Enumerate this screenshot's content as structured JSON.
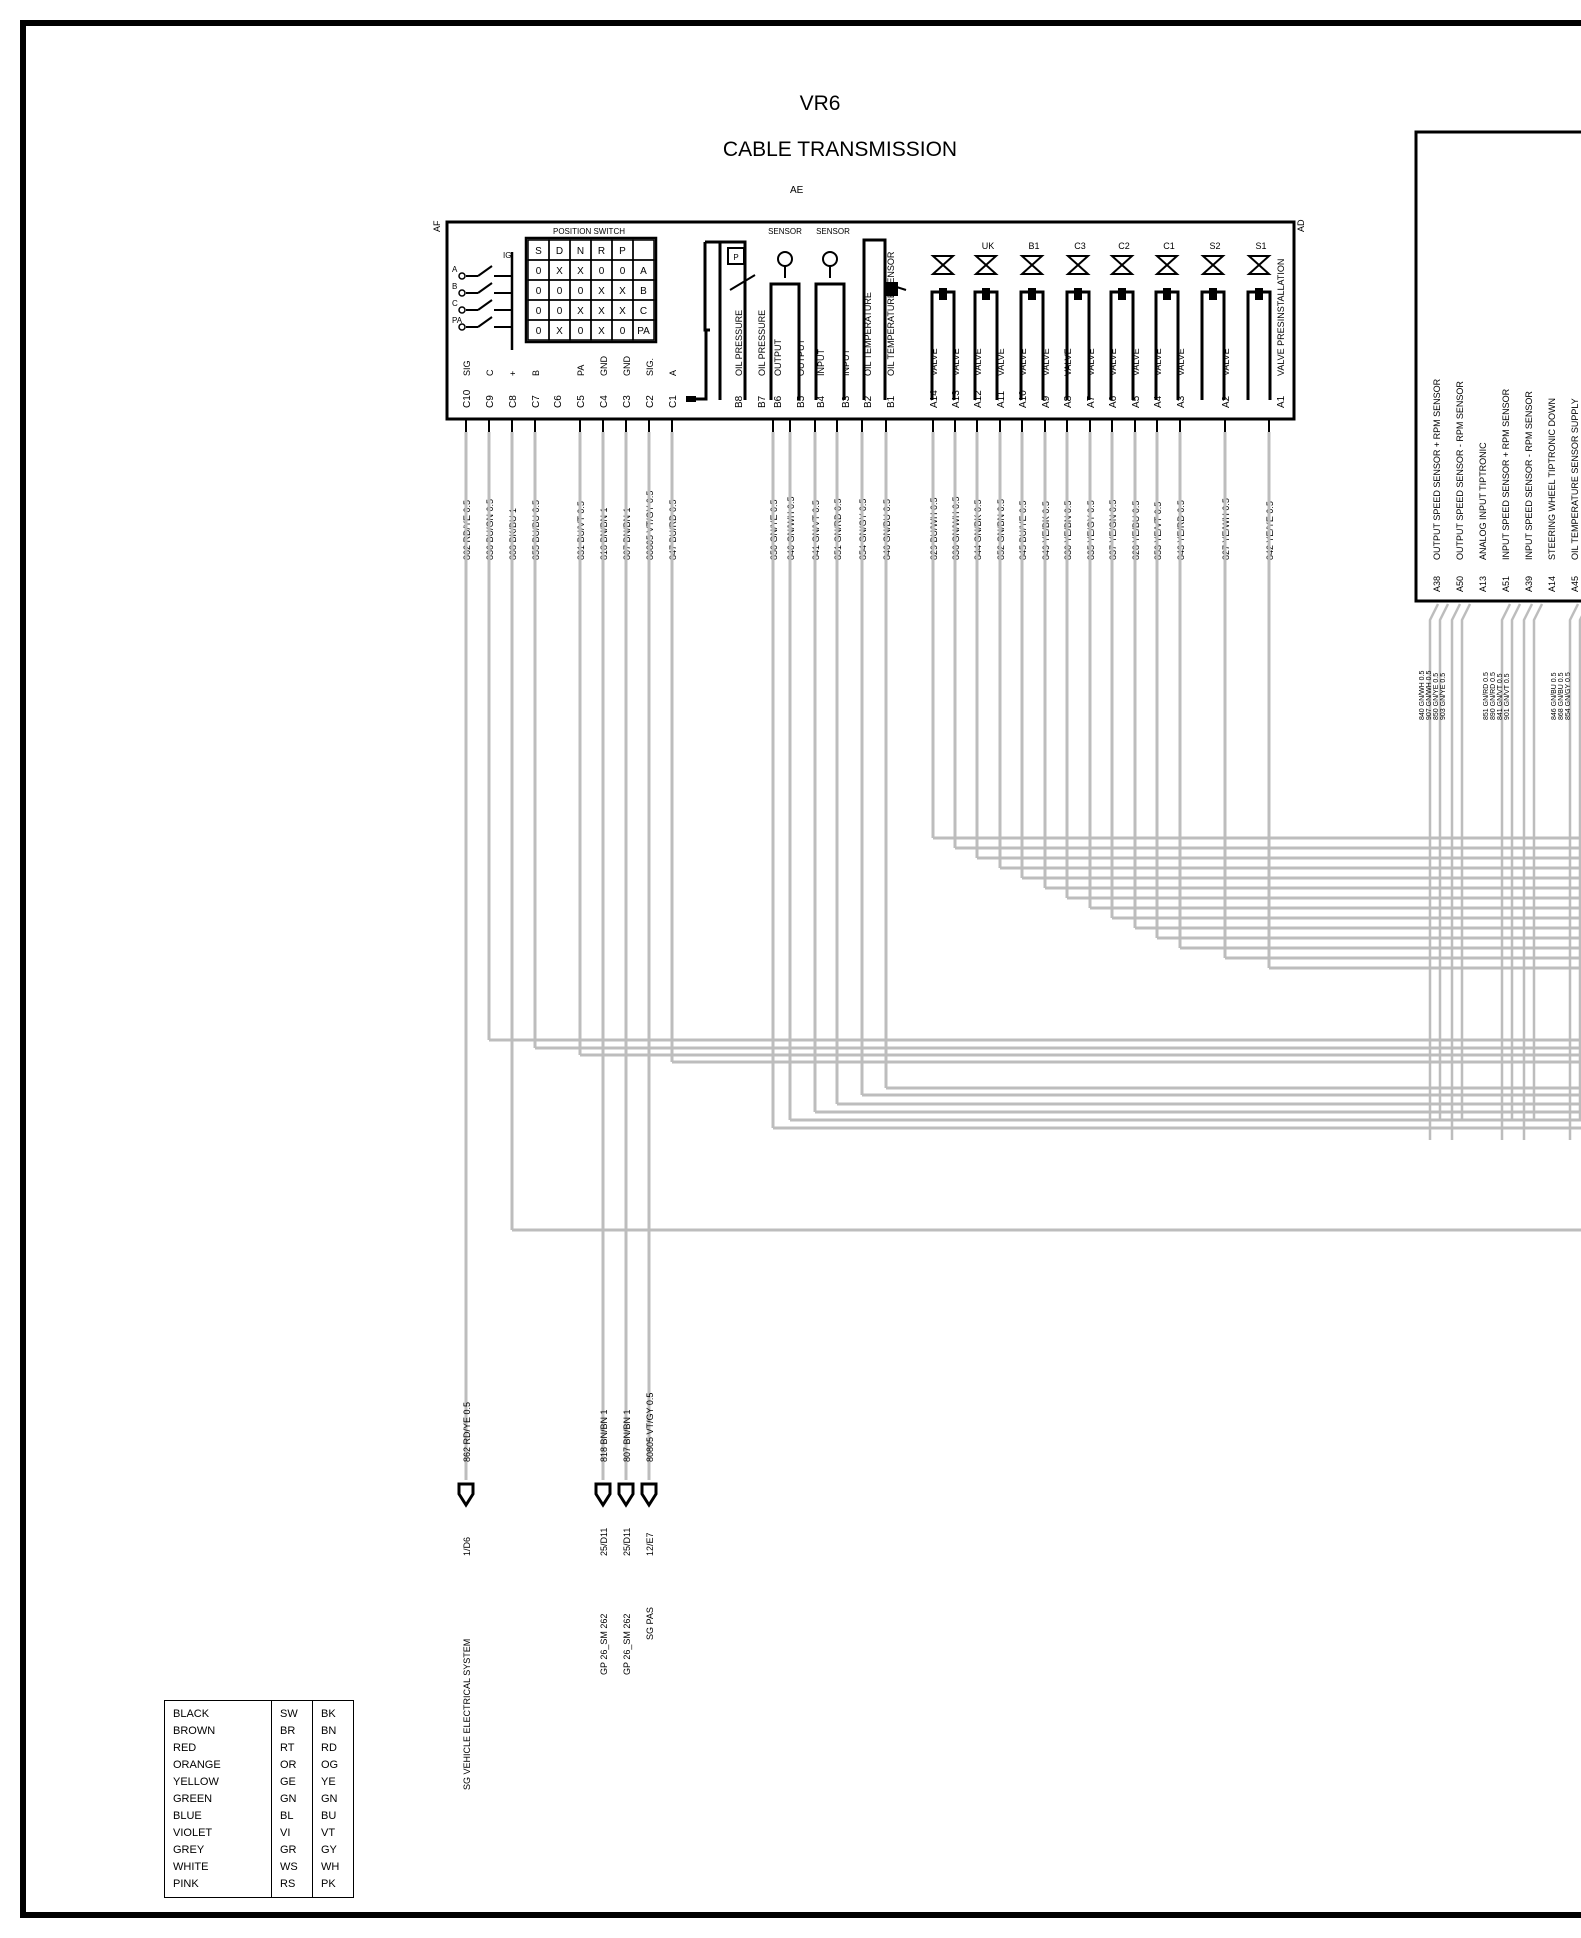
{
  "titles": {
    "line1": "VR6",
    "line2": "CABLE TRANSMISSION",
    "line3": "AE"
  },
  "connector_tags": {
    "left": "AF",
    "right": "AD"
  },
  "position_switch": {
    "label": "POSITION SWITCH",
    "header": [
      "S",
      "D",
      "N",
      "R",
      "P",
      ""
    ],
    "rows": [
      [
        "0",
        "X",
        "X",
        "0",
        "0",
        "A"
      ],
      [
        "0",
        "0",
        "0",
        "X",
        "X",
        "B"
      ],
      [
        "0",
        "0",
        "X",
        "X",
        "X",
        "C"
      ],
      [
        "0",
        "X",
        "0",
        "X",
        "0",
        "PA"
      ]
    ],
    "contacts": [
      "A",
      "B",
      "C",
      "PA"
    ],
    "ig": "IG"
  },
  "sensor_labels": [
    "SENSOR",
    "SENSOR"
  ],
  "valve_labels": [
    "UK",
    "B1",
    "C3",
    "C2",
    "C1",
    "S2",
    "S1"
  ],
  "pins": [
    {
      "pin": "C10",
      "func": "SIG"
    },
    {
      "pin": "C9",
      "func": "C"
    },
    {
      "pin": "C8",
      "func": "+"
    },
    {
      "pin": "C7",
      "func": "B"
    },
    {
      "pin": "C6",
      "func": ""
    },
    {
      "pin": "C5",
      "func": "PA"
    },
    {
      "pin": "C4",
      "func": "GND"
    },
    {
      "pin": "C3",
      "func": "GND"
    },
    {
      "pin": "C2",
      "func": "SIG."
    },
    {
      "pin": "C1",
      "func": "A"
    },
    {
      "pin": "B8",
      "func": "OIL PRESSURE"
    },
    {
      "pin": "B7",
      "func": "OIL PRESSURE"
    },
    {
      "pin": "B6",
      "func": "OUTPUT"
    },
    {
      "pin": "B5",
      "func": "OUTPUT"
    },
    {
      "pin": "B4",
      "func": "INPUT"
    },
    {
      "pin": "B3",
      "func": "INPUT"
    },
    {
      "pin": "B2",
      "func": "OIL TEMPERATURE"
    },
    {
      "pin": "B1",
      "func": "OIL TEMPERATURE SENSOR"
    },
    {
      "pin": "A14",
      "func": "VALVE"
    },
    {
      "pin": "A13",
      "func": "VALVE"
    },
    {
      "pin": "A12",
      "func": "VALVE"
    },
    {
      "pin": "A11",
      "func": "VALVE"
    },
    {
      "pin": "A10",
      "func": "VALVE"
    },
    {
      "pin": "A9",
      "func": "VALVE"
    },
    {
      "pin": "A8",
      "func": "VALVE"
    },
    {
      "pin": "A7",
      "func": "VALVE"
    },
    {
      "pin": "A6",
      "func": "VALVE"
    },
    {
      "pin": "A5",
      "func": "VALVE"
    },
    {
      "pin": "A4",
      "func": "VALVE"
    },
    {
      "pin": "A3",
      "func": "VALVE"
    },
    {
      "pin": "A2",
      "func": "VALVE"
    },
    {
      "pin": "A1",
      "func": "VALVE PRESINSTALLATION"
    }
  ],
  "wires": [
    "862 RD/YE 0.5",
    "836 BU/GN 0.5",
    "808 BK/BU 1",
    "855 BU/BU 0.5",
    "831 BU/VT 0.5",
    "818 BN/BN 1",
    "807 BN/BN 1",
    "80805 VT/GY 0.5",
    "847 BU/RD 0.5",
    "850 GN/YE 0.5",
    "840 GN/WH 0.5",
    "841 GN/VT 0.5",
    "851 GN/RD 0.5",
    "854 GN/GY 0.5",
    "846 GN/BU 0.5",
    "829 BU/WH 0.5",
    "836 GN/WH 0.5",
    "844 GN/BK 0.5",
    "852 GN/BN 0.5",
    "845 BU/YE 0.5",
    "849 YE/BK 0.5",
    "830 YE/BN 0.5",
    "835 YE/GY 0.5",
    "837 YE/GN 0.5",
    "828 YE/BU 0.5",
    "853 YE/VT 0.5",
    "843 YE/RD 0.5",
    "827 YE/WH 0.5",
    "842 YE/YE 0.5"
  ],
  "ecu": {
    "pins": [
      {
        "pin": "A38",
        "func": "OUTPUT SPEED SENSOR + RPM SENSOR"
      },
      {
        "pin": "A50",
        "func": "OUTPUT SPEED SENSOR - RPM SENSOR"
      },
      {
        "pin": "A13",
        "func": "ANALOG INPUT TIPTRONIC"
      },
      {
        "pin": "A51",
        "func": "INPUT SPEED SENSOR + RPM SENSOR"
      },
      {
        "pin": "A39",
        "func": "INPUT SPEED SENSOR - RPM SENSOR"
      },
      {
        "pin": "A14",
        "func": "STEERING WHEEL TIPTRONIC DOWN"
      },
      {
        "pin": "A45",
        "func": "OIL TEMPERATURE SENSOR SUPPLY"
      }
    ],
    "wire_groups": [
      [
        "840 GN/WH 0.5",
        "907 GN/WH 0.5",
        "850 GN/YE 0.5",
        "903 GN/YE 0.5"
      ],
      [
        "851 GN/RD 0.5",
        "890 GN/RD 0.5",
        "841 GN/VT 0.5",
        "901 GN/VT 0.5"
      ],
      [
        "846 GN/BU 0.5",
        "868 GN/BU 0.5",
        "854 GN/GY 0.5"
      ]
    ]
  },
  "terminals": [
    {
      "wire": "862 RD/YE 0.5",
      "ref": "1/D6",
      "dest": "SG VEHICLE ELECTRICAL SYSTEM"
    },
    {
      "wire": "818 BN/BN 1",
      "ref": "25/D11",
      "dest": "GP 26_SM 262"
    },
    {
      "wire": "807 BN/BN 1",
      "ref": "25/D11",
      "dest": "GP 26_SM 262"
    },
    {
      "wire": "80805 VT/GY 0.5",
      "ref": "12/E7",
      "dest": "SG PAS"
    }
  ],
  "legend": {
    "names": [
      "BLACK",
      "BROWN",
      "RED",
      "ORANGE",
      "YELLOW",
      "GREEN",
      "BLUE",
      "VIOLET",
      "GREY",
      "WHITE",
      "PINK"
    ],
    "german": [
      "SW",
      "BR",
      "RT",
      "OR",
      "GE",
      "GN",
      "BL",
      "VI",
      "GR",
      "WS",
      "RS"
    ],
    "english": [
      "BK",
      "BN",
      "RD",
      "OG",
      "YE",
      "GN",
      "BU",
      "VT",
      "GY",
      "WH",
      "PK"
    ]
  }
}
